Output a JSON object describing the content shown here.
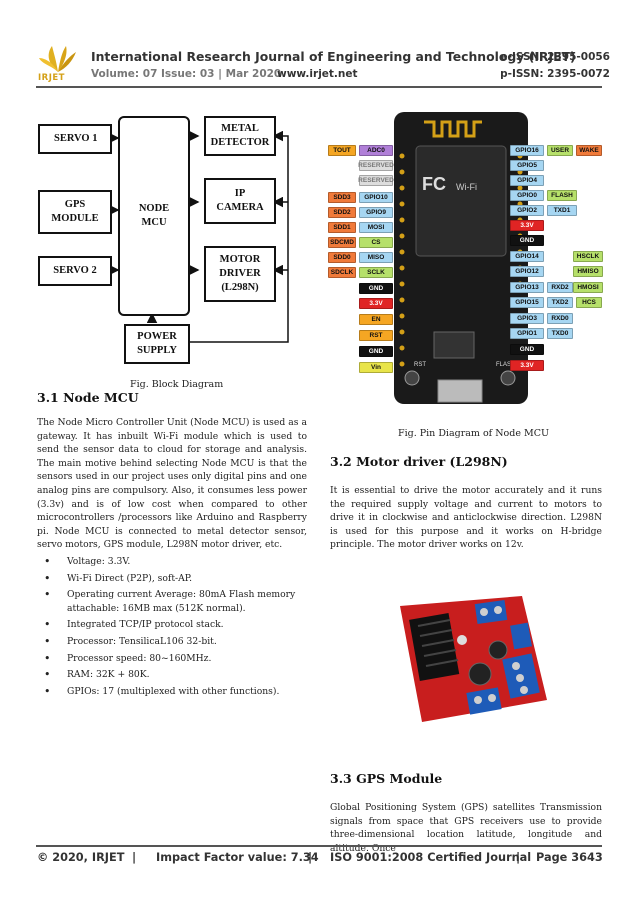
{
  "header": {
    "journal_title": "International Research Journal of Engineering and Technology (IRJET)",
    "eissn": "e-ISSN: 2395-0056",
    "volume": "Volume: 07 Issue: 03 | Mar 2020",
    "website": "www.irjet.net",
    "pissn": "p-ISSN: 2395-0072",
    "logo_text": "IRJET"
  },
  "block_diagram": {
    "servo1": "SERVO 1",
    "gps": "GPS\nMODULE",
    "servo2": "SERVO 2",
    "node_mcu": "NODE\nMCU",
    "metal_detector": "METAL\nDETECTOR",
    "ip_camera": "IP\nCAMERA",
    "motor_driver": "MOTOR\nDRIVER\n(L298N)",
    "power_supply": "POWER\nSUPPLY",
    "caption": "Fig. Block Diagram"
  },
  "section_31": {
    "heading": "3.1 Node MCU",
    "paragraph": "The Node Micro Controller Unit (Node MCU) is used as a gateway. It has inbuilt Wi-Fi module which is used to send the sensor data to cloud for storage and analysis. The main motive behind selecting Node MCU is that the sensors used in our project uses only digital pins and one analog pins are compulsory. Also, it consumes less power (3.3v) and is of low cost when compared to other microcontrollers /processors like Arduino and Raspberry pi. Node MCU is connected to metal detector sensor, servo motors, GPS module, L298N motor driver, etc.",
    "bullets": [
      "Voltage: 3.3V.",
      "Wi-Fi Direct (P2P), soft-AP.",
      "Operating current Average: 80mA Flash memory attachable: 16MB max (512K normal).",
      "Integrated TCP/IP protocol stack.",
      "Processor: TensilicaL106 32-bit.",
      "Processor speed: 80~160MHz.",
      "RAM: 32K + 80K.",
      "GPIOs: 17 (multiplexed with other functions)."
    ]
  },
  "pin_diagram": {
    "caption": "Fig. Pin Diagram of Node MCU",
    "left_outer": [
      "TOUT",
      "",
      "",
      "",
      "SDD3",
      "SDD2",
      "SDD1",
      "SDCMD",
      "SDD0",
      "SDCLK",
      "",
      "",
      "",
      "",
      "",
      ""
    ],
    "left_inner": [
      "ADC0",
      "RESERVED",
      "RESERVED",
      "GPIO10",
      "GPIO9",
      "MOSI",
      "CS",
      "MISO",
      "SCLK",
      "GND",
      "3.3V",
      "EN",
      "RST",
      "GND",
      "Vin"
    ],
    "right_inner": [
      "GPIO16",
      "GPIO5",
      "GPIO4",
      "GPIO0",
      "GPIO2",
      "3.3V",
      "GND",
      "GPIO14",
      "GPIO12",
      "GPIO13",
      "GPIO15",
      "GPIO3",
      "GPIO1",
      "GND",
      "3.3V"
    ],
    "right_outer": [
      "USER",
      "",
      "",
      "FLASH",
      "TXD1",
      "",
      "",
      "HSCLK",
      "HMISO",
      "HMOSI",
      "HCS",
      "",
      "",
      "",
      ""
    ],
    "far_right": [
      "WAKE",
      "",
      "",
      "",
      "",
      "",
      "",
      "",
      "",
      "",
      "",
      "",
      "",
      "",
      ""
    ],
    "mid_right": [
      "",
      "",
      "",
      "",
      "",
      "",
      "",
      "",
      "",
      "RXD2",
      "TXD2",
      "RXD0",
      "TXD0",
      "",
      ""
    ],
    "board_labels": {
      "rst": "RST",
      "flash": "FLASH"
    }
  },
  "section_32": {
    "heading": "3.2 Motor driver (L298N)",
    "paragraph": "It is essential to drive the motor accurately and it runs the required supply voltage and current to motors to drive it in clockwise and anticlockwise direction. L298N is used for this purpose and it works on H-bridge principle. The motor driver works on 12v."
  },
  "section_33": {
    "heading": "3.3 GPS Module",
    "paragraph": "Global Positioning System (GPS) satellites Transmission signals from space that GPS receivers use to provide three-dimensional location latitude, longitude and altitude. Once"
  },
  "footer": {
    "copyright": "© 2020, IRJET",
    "impact": "Impact Factor value: 7.34",
    "iso": "ISO 9001:2008 Certified Journal",
    "page": "Page 3643",
    "sep": "|"
  },
  "colors": {
    "logo_gold": "#d4a017",
    "board_black": "#1a1a1a",
    "pcb_red": "#c81e1e",
    "terminal_blue": "#1e5bb8"
  }
}
